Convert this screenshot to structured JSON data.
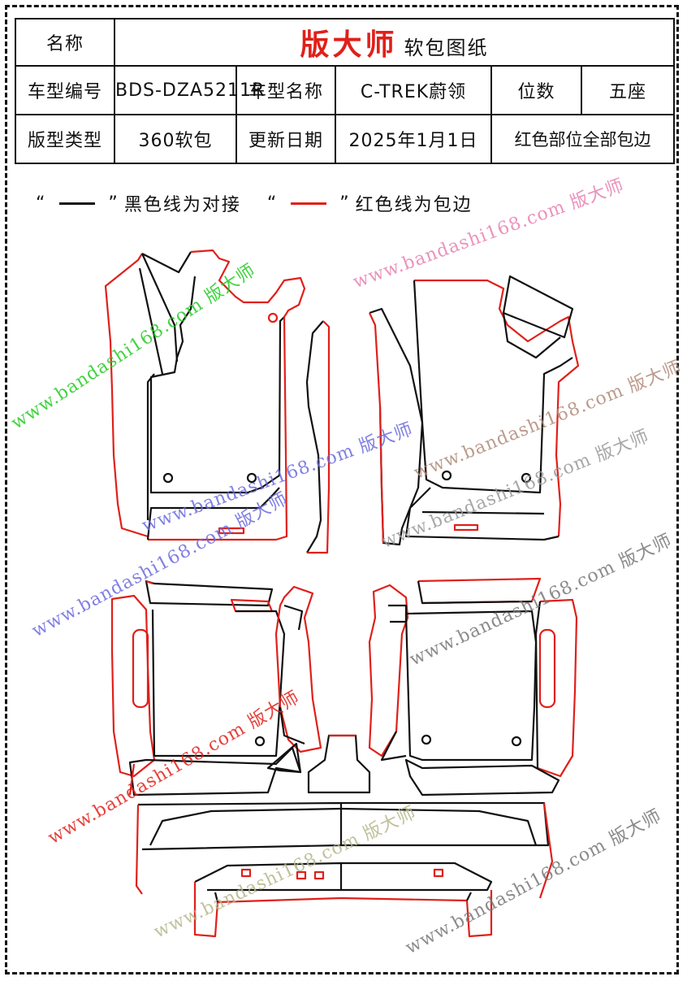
{
  "table": {
    "name_label": "名称",
    "brand": "版大师",
    "doc_title": "软包图纸",
    "model_code_label": "车型编号",
    "model_code": "BDS-DZA5211R",
    "model_name_label": "车型名称",
    "model_name": "C-TREK蔚领",
    "seats_label": "位数",
    "seats": "五座",
    "pattern_type_label": "版型类型",
    "pattern_type": "360软包",
    "update_label": "更新日期",
    "update_date": "2025年1月1日",
    "note": "红色部位全部包边"
  },
  "legend": {
    "open_quote": "“",
    "close_quote": "”",
    "black_text": "黑色线为对接",
    "red_text": "红色线为包边"
  },
  "watermark": {
    "text": "www.bandashi168.com 版大师"
  },
  "colors": {
    "edge_red": "#e0201a",
    "joint_black": "#111111",
    "wm_green": "#22cc22",
    "wm_pink": "#e87fb0",
    "wm_blue": "#6a6adf",
    "wm_red": "#e0201a",
    "wm_olive": "#b5b78a",
    "wm_gray": "#777777",
    "wm_brown": "#8a5a3a"
  }
}
